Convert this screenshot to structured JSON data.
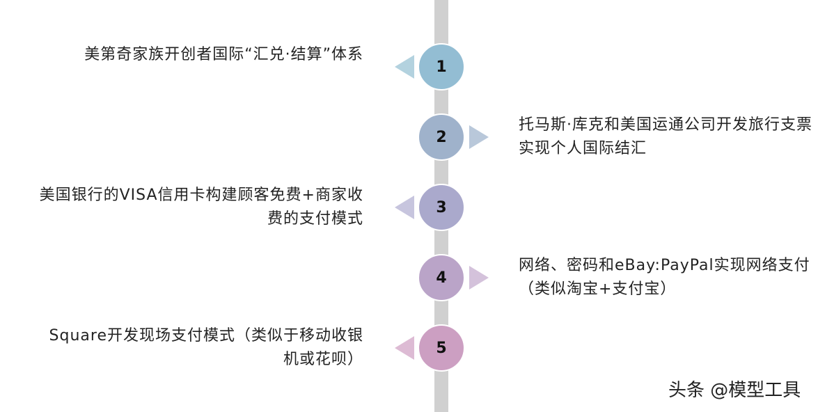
{
  "steps": [
    {
      "num": "1",
      "text": "美第奇家族开创者国际“汇兑·结算”体系",
      "side": "left",
      "color": "#93bdd3",
      "arrow": "#b3d2df"
    },
    {
      "num": "2",
      "text": "托马斯·库克和美国运通公司开发旅行支票实现个人国际结汇",
      "side": "right",
      "color": "#9fb2cb",
      "arrow": "#b9c8da"
    },
    {
      "num": "3",
      "text": "美国银行的VISA信用卡构建顾客免费+商家收费的支付模式",
      "side": "left",
      "color": "#aaa9cc",
      "arrow": "#c7c5de"
    },
    {
      "num": "4",
      "text": "网络、密码和eBay:PayPal实现网络支付（类似淘宝+支付宝）",
      "side": "right",
      "color": "#baa4c8",
      "arrow": "#d4c2db"
    },
    {
      "num": "5",
      "text": "Square开发现场支付模式（类似于移动收银机或花呗）",
      "side": "left",
      "color": "#cc9fc2",
      "arrow": "#ddbbd4"
    }
  ],
  "watermark": "头条 @模型工具"
}
